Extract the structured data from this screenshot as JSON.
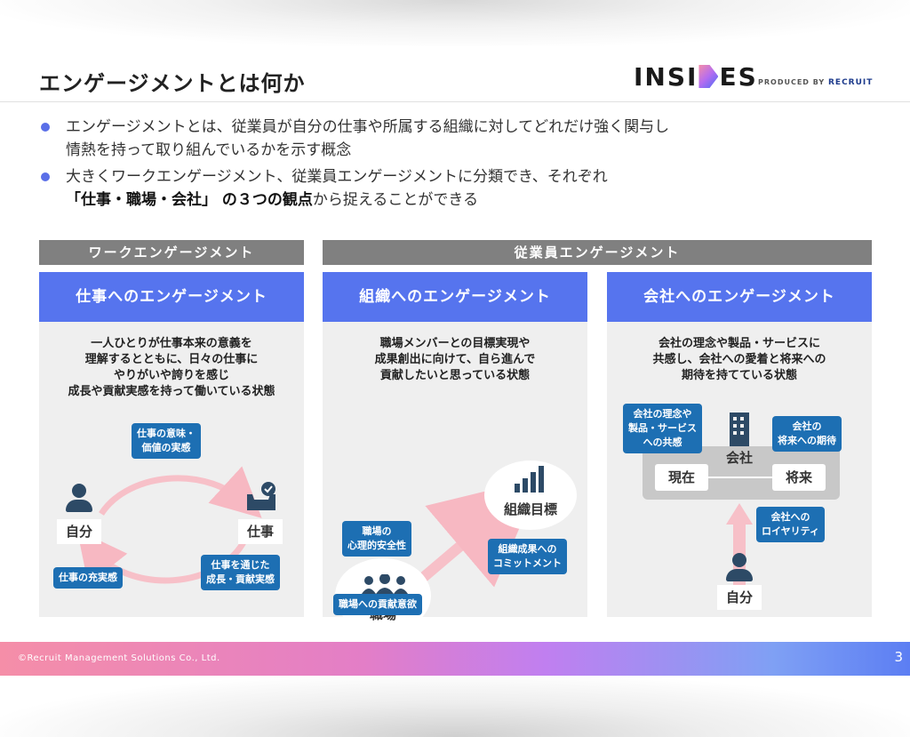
{
  "title": "エンゲージメントとは何か",
  "logo": {
    "word_left": "INSI",
    "word_right": "ES",
    "produced_by": "PRODUCED BY",
    "brand": "RECRUIT"
  },
  "bullets": [
    {
      "line1": "エンゲージメントとは、従業員が自分の仕事や所属する組織に対してどれだけ強く関与し",
      "line2": "情熱を持って取り組んでいるかを示す概念"
    },
    {
      "line1": "大きくワークエンゲージメント、従業員エンゲージメントに分類でき、それぞれ",
      "line2_bold": "「仕事・職場・会社」 の３つの観点",
      "line2_rest": "から捉えることができる"
    }
  ],
  "sections": {
    "work": "ワークエンゲージメント",
    "employee": "従業員エンゲージメント"
  },
  "panels": {
    "job": {
      "title": "仕事へのエンゲージメント",
      "desc": [
        "一人ひとりが仕事本来の意義を",
        "理解するとともに、日々の仕事に",
        "やりがいや誇りを感じ",
        "成長や貢献実感を持って働いている状態"
      ],
      "tag_meaning": [
        "仕事の意味・",
        "価値の実感"
      ],
      "tag_growth": [
        "仕事を通じた",
        "成長・貢献実感"
      ],
      "tag_fulfill": "仕事の充実感",
      "self_label": "自分",
      "job_label": "仕事"
    },
    "org": {
      "title": "組織へのエンゲージメント",
      "desc": [
        "職場メンバーとの目標実現や",
        "成果創出に向けて、自ら進んで",
        "貢献したいと思っている状態"
      ],
      "goal_label": "組織目標",
      "workplace_label": "職場",
      "tag_safety": [
        "職場の",
        "心理的安全性"
      ],
      "tag_commit": [
        "組織成果への",
        "コミットメント"
      ],
      "tag_contrib": "職場への貢献意欲"
    },
    "company": {
      "title": "会社へのエンゲージメント",
      "desc": [
        "会社の理念や製品・サービスに",
        "共感し、会社への愛着と将来への",
        "期待を持てている状態"
      ],
      "tag_empathy": [
        "会社の理念や",
        "製品・サービス",
        "への共感"
      ],
      "tag_future": [
        "会社の",
        "将来への期待"
      ],
      "tag_loyalty": [
        "会社への",
        "ロイヤリティ"
      ],
      "company_label": "会社",
      "now_label": "現在",
      "future_label": "将来",
      "self_label": "自分"
    }
  },
  "footer": {
    "copyright": "©Recruit Management Solutions Co., Ltd.",
    "page": "3"
  },
  "colors": {
    "accent": "#5674ee",
    "tag": "#1d6fb3",
    "arrow": "#f7c0c8",
    "section": "#808080"
  }
}
